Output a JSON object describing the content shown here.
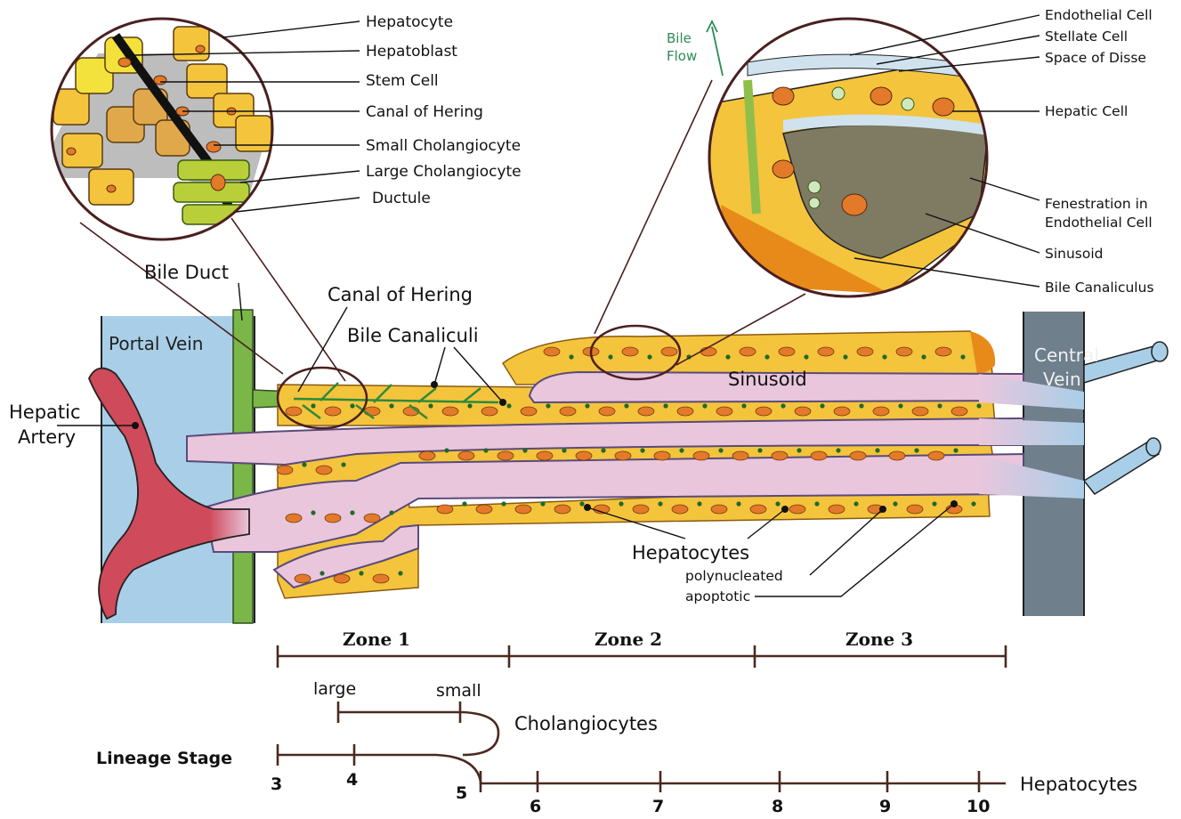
{
  "inset_left": {
    "labels": [
      "Hepatocyte",
      "Hepatoblast",
      "Stem Cell",
      "Canal of Hering",
      "Small Cholangiocyte",
      "Large Cholangiocyte",
      "Ductule"
    ]
  },
  "inset_right": {
    "bile_flow_line1": "Bile",
    "bile_flow_line2": "Flow",
    "labels": [
      "Endothelial Cell",
      "Stellate Cell",
      "Space of Disse",
      "Hepatic Cell"
    ],
    "fenestration_line1": "Fenestration in",
    "fenestration_line2": "Endothelial Cell",
    "labels_lower": [
      "Sinusoid",
      "Bile Canaliculus"
    ]
  },
  "main": {
    "bile_duct": "Bile Duct",
    "canal_of_hering": "Canal of Hering",
    "bile_canaliculi": "Bile Canaliculi",
    "portal_vein": "Portal Vein",
    "hepatic_artery_line1": "Hepatic",
    "hepatic_artery_line2": "Artery",
    "sinusoid": "Sinusoid",
    "central_vein_line1": "Central",
    "central_vein_line2": "Vein",
    "hepatocytes": "Hepatocytes",
    "polynucleated": "polynucleated",
    "apoptotic": "apoptotic"
  },
  "zones": [
    "Zone 1",
    "Zone 2",
    "Zone 3"
  ],
  "lineage": {
    "title": "Lineage Stage",
    "large": "large",
    "small": "small",
    "cholangiocytes": "Cholangiocytes",
    "hepatocytes": "Hepatocytes",
    "stages": [
      "3",
      "4",
      "5",
      "6",
      "7",
      "8",
      "9",
      "10"
    ]
  },
  "colors": {
    "portal_vein": "#a9cfe8",
    "central_vein": "#6f7f8c",
    "bile_duct": "#7ab648",
    "hepatic_artery": "#cf4a5a",
    "hepatocyte": "#f4c43c",
    "sinusoid": "#e9c6dc",
    "axis": "#4a2a1f"
  }
}
